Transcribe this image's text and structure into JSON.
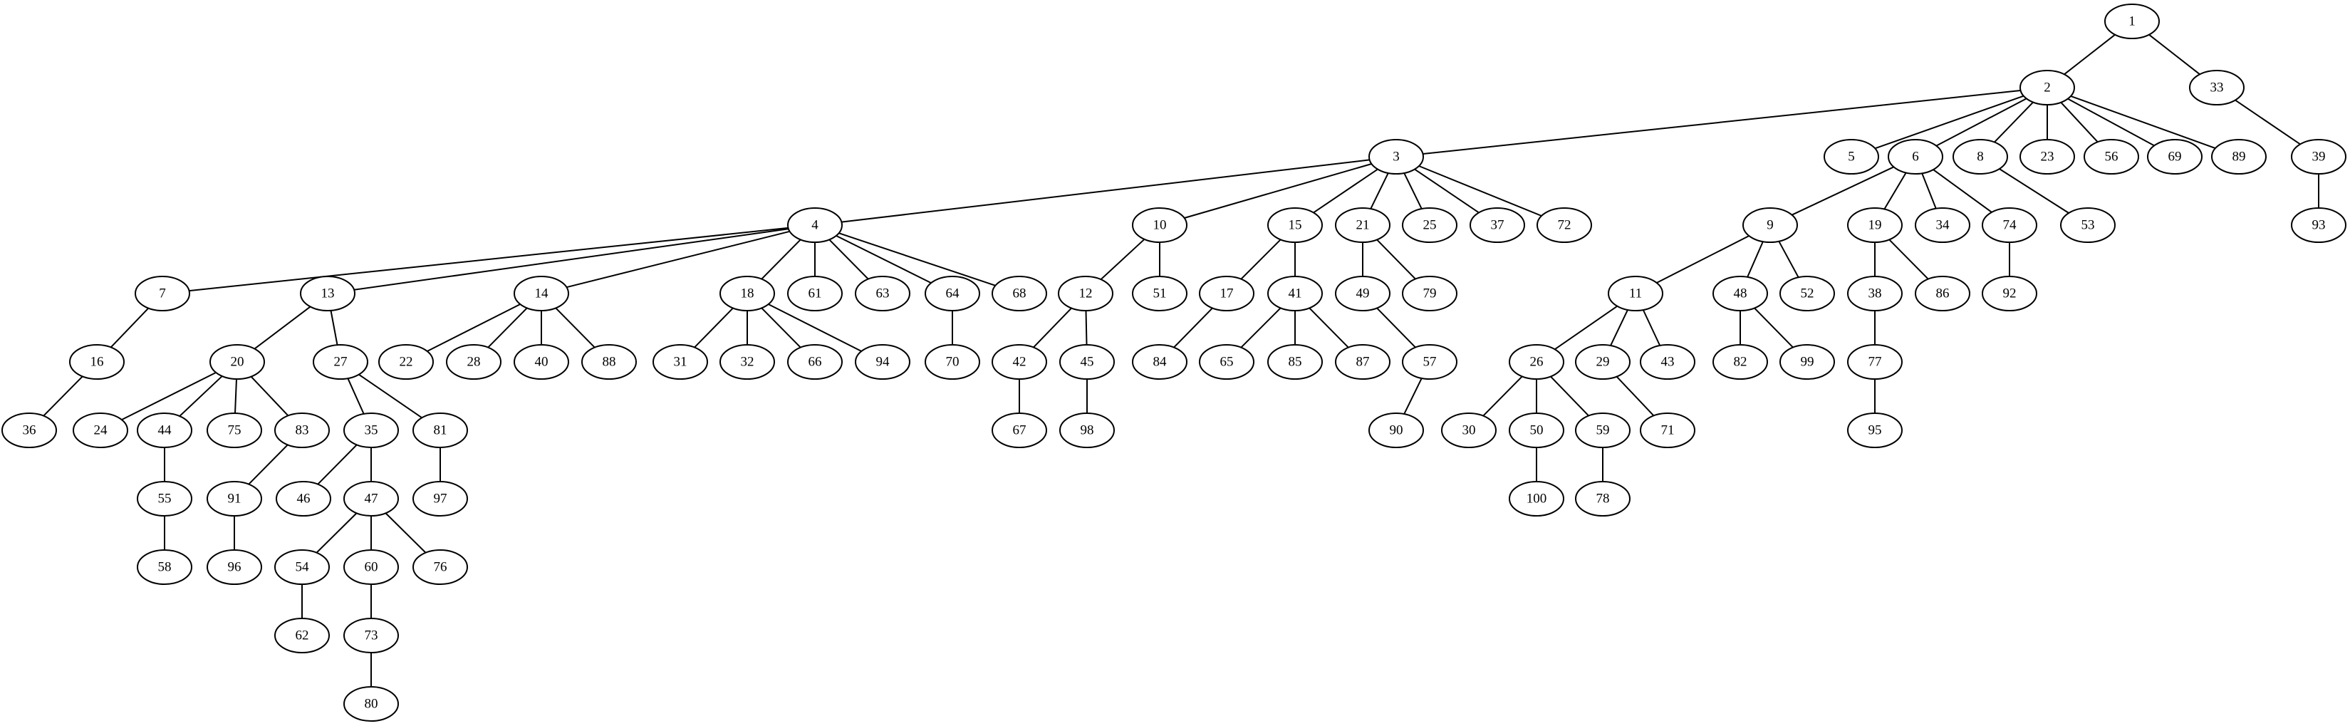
{
  "diagram": {
    "type": "tree",
    "nodes": [
      "1",
      "2",
      "33",
      "3",
      "5",
      "6",
      "8",
      "23",
      "56",
      "69",
      "89",
      "39",
      "4",
      "10",
      "15",
      "21",
      "25",
      "37",
      "72",
      "9",
      "19",
      "34",
      "74",
      "53",
      "93",
      "7",
      "13",
      "14",
      "18",
      "61",
      "63",
      "64",
      "68",
      "12",
      "51",
      "17",
      "41",
      "49",
      "79",
      "11",
      "48",
      "52",
      "38",
      "86",
      "92",
      "16",
      "20",
      "27",
      "22",
      "28",
      "40",
      "88",
      "31",
      "32",
      "66",
      "94",
      "70",
      "42",
      "45",
      "84",
      "65",
      "85",
      "87",
      "57",
      "26",
      "29",
      "43",
      "82",
      "99",
      "77",
      "36",
      "24",
      "44",
      "75",
      "83",
      "35",
      "81",
      "67",
      "98",
      "90",
      "30",
      "50",
      "59",
      "71",
      "95",
      "55",
      "91",
      "46",
      "47",
      "97",
      "100",
      "78",
      "58",
      "96",
      "54",
      "60",
      "76",
      "62",
      "73",
      "80"
    ],
    "edges": [
      [
        "1",
        "2"
      ],
      [
        "1",
        "33"
      ],
      [
        "2",
        "3"
      ],
      [
        "2",
        "5"
      ],
      [
        "2",
        "6"
      ],
      [
        "2",
        "8"
      ],
      [
        "2",
        "23"
      ],
      [
        "2",
        "56"
      ],
      [
        "2",
        "69"
      ],
      [
        "2",
        "89"
      ],
      [
        "33",
        "39"
      ],
      [
        "3",
        "4"
      ],
      [
        "3",
        "10"
      ],
      [
        "3",
        "15"
      ],
      [
        "3",
        "21"
      ],
      [
        "3",
        "25"
      ],
      [
        "3",
        "37"
      ],
      [
        "3",
        "72"
      ],
      [
        "6",
        "9"
      ],
      [
        "6",
        "19"
      ],
      [
        "6",
        "34"
      ],
      [
        "6",
        "74"
      ],
      [
        "8",
        "53"
      ],
      [
        "39",
        "93"
      ],
      [
        "4",
        "7"
      ],
      [
        "4",
        "13"
      ],
      [
        "4",
        "14"
      ],
      [
        "4",
        "18"
      ],
      [
        "4",
        "61"
      ],
      [
        "4",
        "63"
      ],
      [
        "4",
        "64"
      ],
      [
        "4",
        "68"
      ],
      [
        "10",
        "12"
      ],
      [
        "10",
        "51"
      ],
      [
        "15",
        "17"
      ],
      [
        "15",
        "41"
      ],
      [
        "21",
        "49"
      ],
      [
        "21",
        "79"
      ],
      [
        "9",
        "11"
      ],
      [
        "9",
        "48"
      ],
      [
        "9",
        "52"
      ],
      [
        "19",
        "38"
      ],
      [
        "19",
        "86"
      ],
      [
        "74",
        "92"
      ],
      [
        "7",
        "16"
      ],
      [
        "13",
        "20"
      ],
      [
        "13",
        "27"
      ],
      [
        "14",
        "22"
      ],
      [
        "14",
        "28"
      ],
      [
        "14",
        "40"
      ],
      [
        "14",
        "88"
      ],
      [
        "18",
        "31"
      ],
      [
        "18",
        "32"
      ],
      [
        "18",
        "66"
      ],
      [
        "18",
        "94"
      ],
      [
        "64",
        "70"
      ],
      [
        "12",
        "42"
      ],
      [
        "12",
        "45"
      ],
      [
        "17",
        "84"
      ],
      [
        "41",
        "65"
      ],
      [
        "41",
        "85"
      ],
      [
        "41",
        "87"
      ],
      [
        "49",
        "57"
      ],
      [
        "11",
        "26"
      ],
      [
        "11",
        "29"
      ],
      [
        "11",
        "43"
      ],
      [
        "48",
        "82"
      ],
      [
        "48",
        "99"
      ],
      [
        "38",
        "77"
      ],
      [
        "16",
        "36"
      ],
      [
        "20",
        "24"
      ],
      [
        "20",
        "44"
      ],
      [
        "20",
        "75"
      ],
      [
        "20",
        "83"
      ],
      [
        "27",
        "35"
      ],
      [
        "27",
        "81"
      ],
      [
        "42",
        "67"
      ],
      [
        "45",
        "98"
      ],
      [
        "57",
        "90"
      ],
      [
        "26",
        "30"
      ],
      [
        "26",
        "50"
      ],
      [
        "26",
        "59"
      ],
      [
        "29",
        "71"
      ],
      [
        "77",
        "95"
      ],
      [
        "44",
        "55"
      ],
      [
        "83",
        "91"
      ],
      [
        "35",
        "46"
      ],
      [
        "35",
        "47"
      ],
      [
        "81",
        "97"
      ],
      [
        "50",
        "100"
      ],
      [
        "59",
        "78"
      ],
      [
        "55",
        "58"
      ],
      [
        "91",
        "96"
      ],
      [
        "47",
        "54"
      ],
      [
        "47",
        "60"
      ],
      [
        "47",
        "76"
      ],
      [
        "54",
        "62"
      ],
      [
        "60",
        "73"
      ],
      [
        "73",
        "80"
      ]
    ]
  },
  "colors": {
    "background": "#ffffff",
    "stroke": "#000000",
    "node_fill": "#ffffff",
    "text": "#000000"
  }
}
